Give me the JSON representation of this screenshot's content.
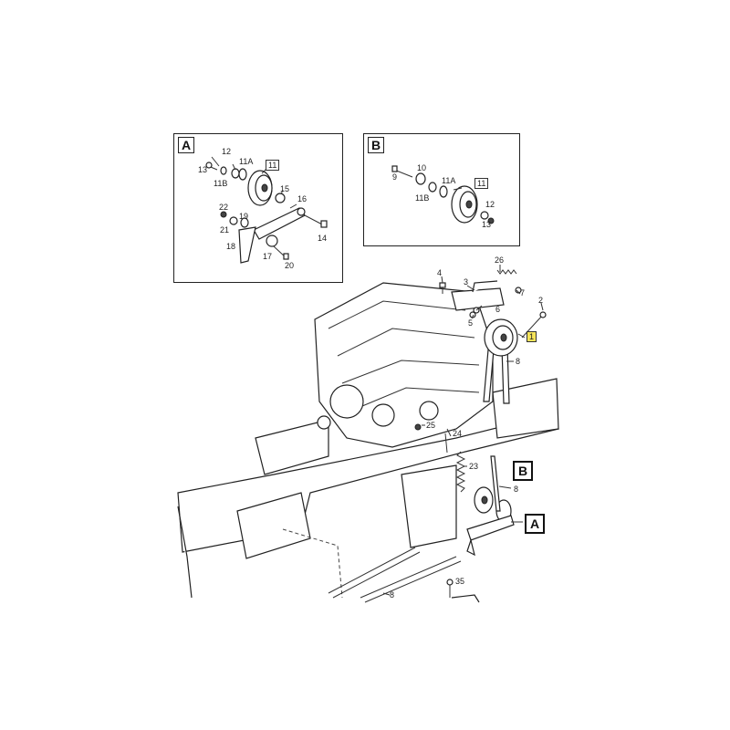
{
  "insets": [
    {
      "letter": "A"
    },
    {
      "letter": "B"
    }
  ],
  "callouts_a": [
    "12",
    "13",
    "11A",
    "11B",
    "11",
    "15",
    "16",
    "22",
    "19",
    "21",
    "18",
    "17",
    "20",
    "14"
  ],
  "callouts_b": [
    "9",
    "10",
    "11A",
    "11B",
    "11",
    "12",
    "13"
  ],
  "callouts_main": [
    "26",
    "4",
    "3",
    "7",
    "6",
    "5",
    "2",
    "1",
    "8",
    "25",
    "24",
    "23",
    "8",
    "35",
    "8"
  ],
  "refs_main": [
    "B",
    "A"
  ]
}
